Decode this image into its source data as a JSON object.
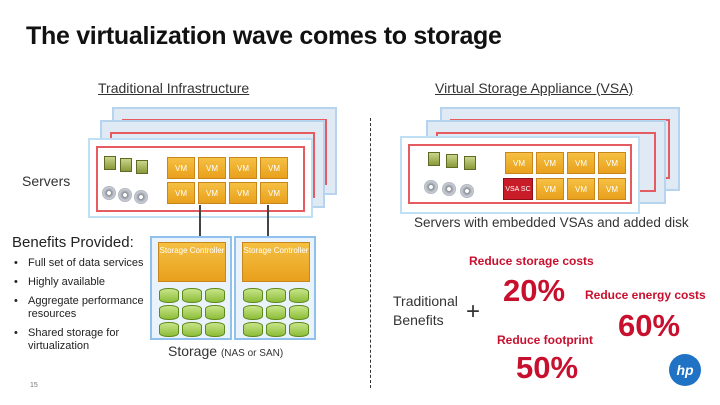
{
  "title": "The virtualization wave comes to storage",
  "left_section": {
    "heading": "Traditional Infrastructure",
    "servers_label": "Servers",
    "vm_label": "VM",
    "controllers": [
      "Storage Controller",
      "Storage Controller"
    ],
    "storage_label": "Storage",
    "storage_sub": "(NAS or SAN)"
  },
  "right_section": {
    "heading": "Virtual Storage Appliance (VSA)",
    "vm_label": "VM",
    "vsa_label": "VSA SC",
    "caption": "Servers with embedded VSAs and added disk"
  },
  "benefits": {
    "title": "Benefits Provided:",
    "items": [
      "Full set of data services",
      "Highly available",
      "Aggregate performance resources",
      "Shared storage for virtualization"
    ]
  },
  "vsa_benefits": {
    "traditional": "Traditional Benefits",
    "plus": "+",
    "reduce_storage": "Reduce storage costs",
    "pct_storage": "20%",
    "reduce_energy": "Reduce energy costs",
    "pct_energy": "60%",
    "reduce_footprint": "Reduce footprint",
    "pct_footprint": "50%"
  },
  "page_number": "15",
  "logo_text": "hp",
  "colors": {
    "accent_red": "#c8102e",
    "vm_gold": "#e9a01c",
    "hp_blue": "#1f72c4"
  }
}
